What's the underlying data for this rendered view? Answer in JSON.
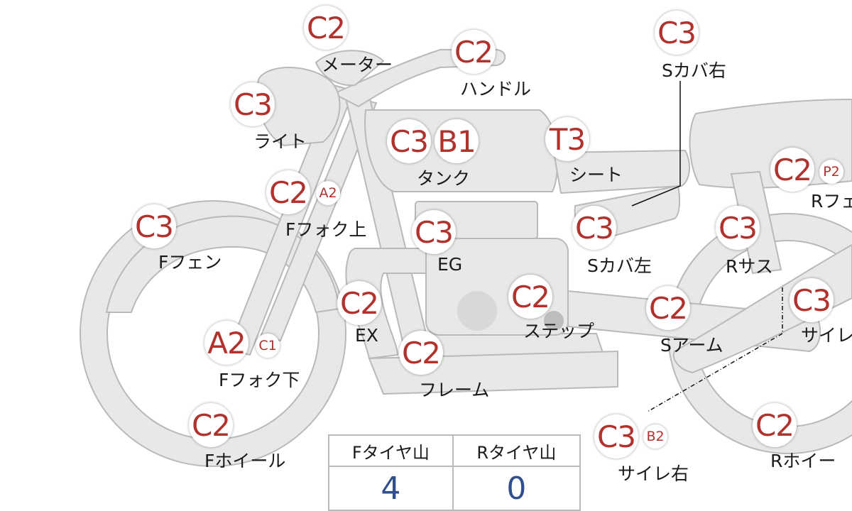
{
  "parts": [
    {
      "id": "meter",
      "label": "メーター",
      "grades": [
        "C2"
      ]
    },
    {
      "id": "handle",
      "label": "ハンドル",
      "grades": [
        "C2"
      ]
    },
    {
      "id": "light",
      "label": "ライト",
      "grades": [
        "C3"
      ]
    },
    {
      "id": "tank",
      "label": "タンク",
      "grades": [
        "C3",
        "B1"
      ]
    },
    {
      "id": "seat",
      "label": "シート",
      "grades": [
        "T3"
      ]
    },
    {
      "id": "scover-right",
      "label": "Sカバ右",
      "grades": [
        "C3"
      ]
    },
    {
      "id": "front-fork-upper",
      "label": "Fフォク上",
      "grades": [
        "C2",
        "A2"
      ]
    },
    {
      "id": "front-fender",
      "label": "Fフェン",
      "grades": [
        "C3"
      ]
    },
    {
      "id": "engine",
      "label": "EG",
      "grades": [
        "C3"
      ]
    },
    {
      "id": "scover-left",
      "label": "Sカバ左",
      "grades": [
        "C3"
      ]
    },
    {
      "id": "rear-fender",
      "label": "Rフェ",
      "grades": [
        "C2",
        "P2"
      ]
    },
    {
      "id": "rear-suspension",
      "label": "Rサス",
      "grades": [
        "C3"
      ]
    },
    {
      "id": "exhaust",
      "label": "EX",
      "grades": [
        "C2"
      ]
    },
    {
      "id": "step",
      "label": "ステップ",
      "grades": [
        "C2"
      ]
    },
    {
      "id": "swing-arm",
      "label": "Sアーム",
      "grades": [
        "C2"
      ]
    },
    {
      "id": "silencer-left",
      "label": "サイレ",
      "grades": [
        "C3"
      ]
    },
    {
      "id": "front-fork-lower",
      "label": "Fフォク下",
      "grades": [
        "A2",
        "C1"
      ]
    },
    {
      "id": "frame",
      "label": "フレーム",
      "grades": [
        "C2"
      ]
    },
    {
      "id": "front-wheel",
      "label": "Fホイール",
      "grades": [
        "C2"
      ]
    },
    {
      "id": "silencer-right",
      "label": "サイレ右",
      "grades": [
        "C3",
        "B2"
      ]
    },
    {
      "id": "rear-wheel",
      "label": "Rホイー",
      "grades": [
        "C2"
      ]
    }
  ],
  "tread_table": {
    "headers": [
      "Fタイヤ山",
      "Rタイヤ山"
    ],
    "values": [
      "4",
      "0"
    ]
  },
  "colors": {
    "grade_text": "#b1322d",
    "value_text": "#2f4f8f",
    "bike_fill": "#e8e8e6",
    "bike_stroke": "#b9b9b9"
  }
}
